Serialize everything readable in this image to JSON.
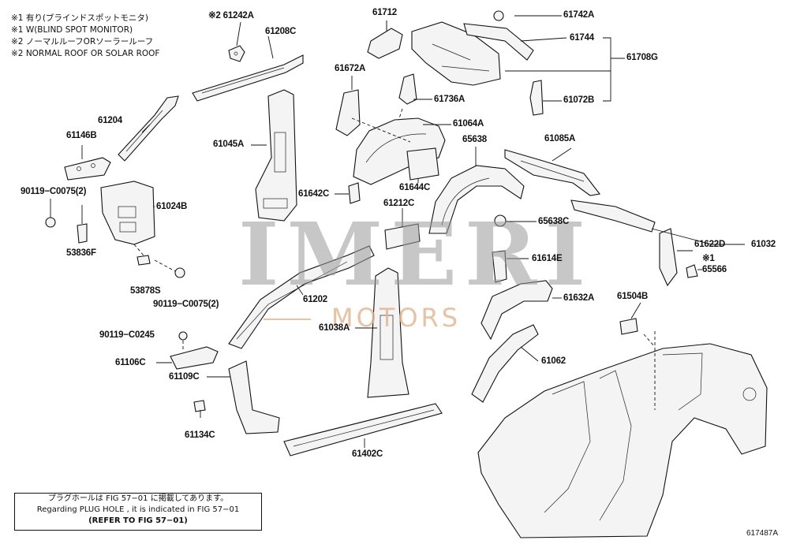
{
  "notes": [
    "※1 有り(ブラインドスポットモニタ)",
    "※1 W(BLIND SPOT MONITOR)",
    "※2 ノーマルルーフORソーラールーフ",
    "※2 NORMAL ROOF OR SOLAR ROOF"
  ],
  "labels": {
    "l61242a": "※2 61242A",
    "l61208c": "61208C",
    "l61712": "61712",
    "l61742a": "61742A",
    "l61744": "61744",
    "l61708g": "61708G",
    "l61072b": "61072B",
    "l61672a": "61672A",
    "l61736a": "61736A",
    "l61204": "61204",
    "l61146b": "61146B",
    "l61045a": "61045A",
    "l61064a": "61064A",
    "l65638": "65638",
    "l61085a": "61085A",
    "l90119_c0075_a": "90119−C0075(2)",
    "l61024b": "61024B",
    "l61642c": "61642C",
    "l61644c": "61644C",
    "l61212c": "61212C",
    "l65638c": "65638C",
    "l53836f": "53836F",
    "l61622d": "61622D",
    "l61032": "61032",
    "l61614e": "61614E",
    "l65566": "※1 65566",
    "l53878s": "53878S",
    "l90119_c0075_b": "90119−C0075(2)",
    "l61202": "61202",
    "l61632a": "61632A",
    "l61504b": "61504B",
    "l90119_c0245": "90119−C0245",
    "l61038a": "61038A",
    "l61106c": "61106C",
    "l61062": "61062",
    "l61109c": "61109C",
    "l61134c": "61134C",
    "l61402c": "61402C"
  },
  "watermark": {
    "main": "IMERI",
    "sub": "MOTORS"
  },
  "reference": [
    "プラグホールは FIG 57−01 に掲載してあります。",
    "Regarding PLUG HOLE , it is indicated in FIG 57−01",
    "(REFER TO FIG 57−01)"
  ],
  "figure_number": "617487A"
}
